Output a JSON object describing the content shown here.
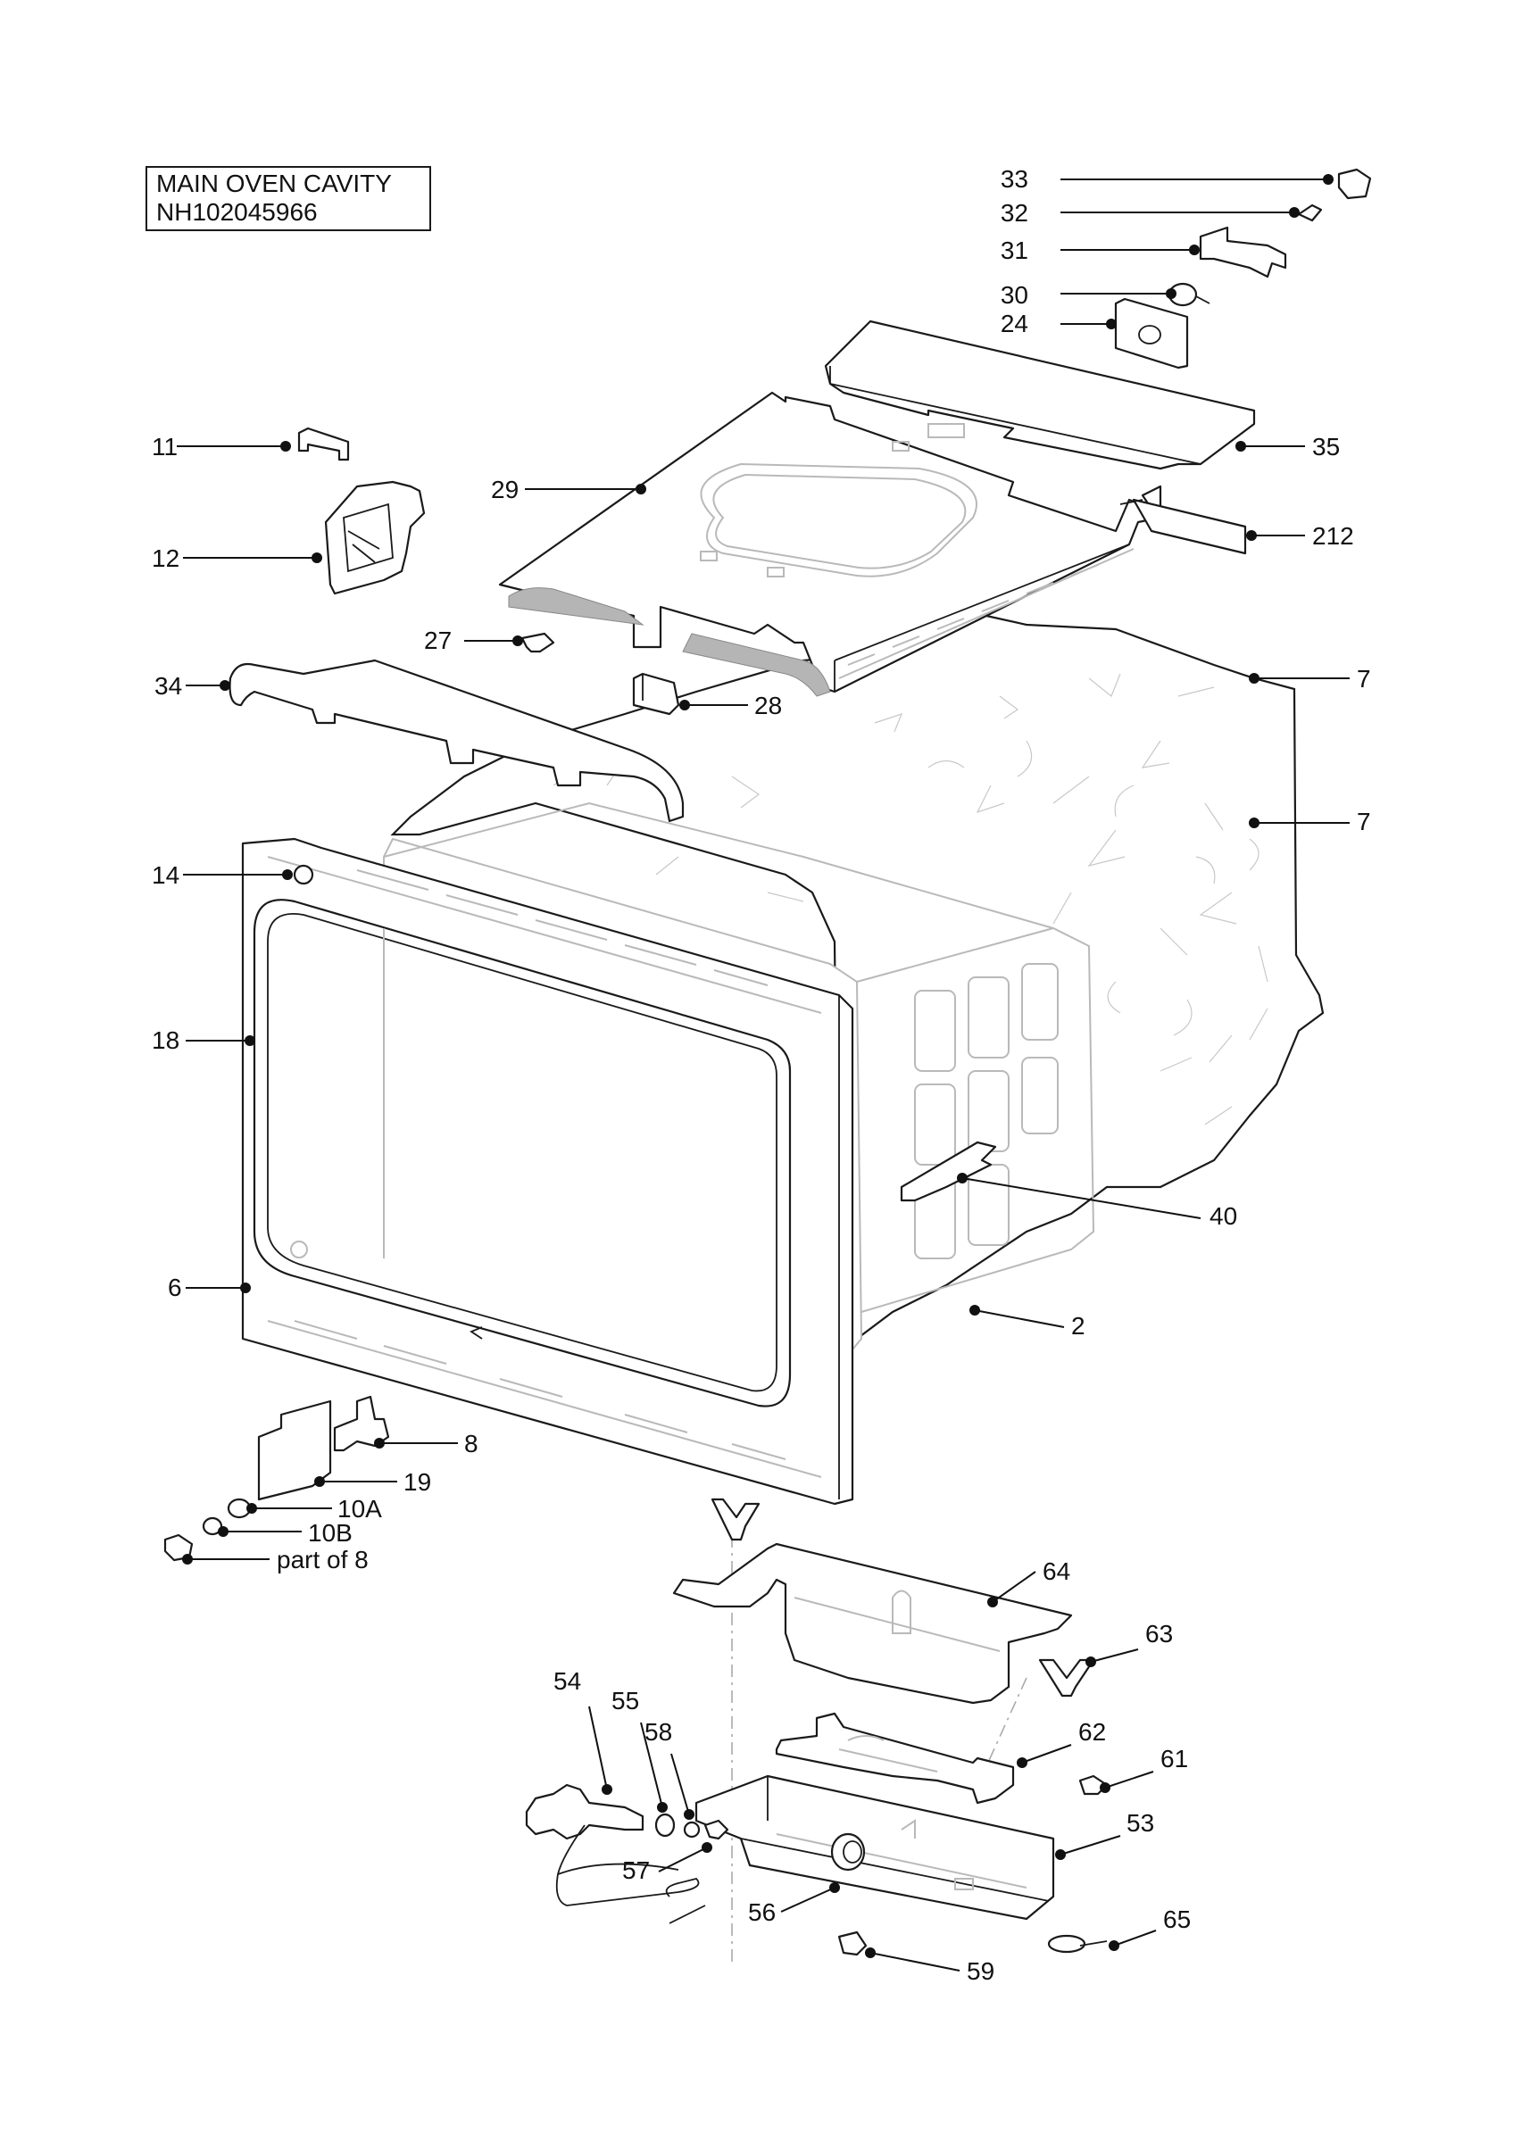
{
  "title": {
    "line1": "MAIN OVEN CAVITY",
    "line2": "NH102045966"
  },
  "callouts": [
    {
      "id": "33",
      "label": "33"
    },
    {
      "id": "32",
      "label": "32"
    },
    {
      "id": "31",
      "label": "31"
    },
    {
      "id": "30",
      "label": "30"
    },
    {
      "id": "24",
      "label": "24"
    },
    {
      "id": "35",
      "label": "35"
    },
    {
      "id": "212",
      "label": "212"
    },
    {
      "id": "11",
      "label": "11"
    },
    {
      "id": "29",
      "label": "29"
    },
    {
      "id": "12",
      "label": "12"
    },
    {
      "id": "27",
      "label": "27"
    },
    {
      "id": "7a",
      "label": "7"
    },
    {
      "id": "34",
      "label": "34"
    },
    {
      "id": "28",
      "label": "28"
    },
    {
      "id": "7b",
      "label": "7"
    },
    {
      "id": "14",
      "label": "14"
    },
    {
      "id": "18",
      "label": "18"
    },
    {
      "id": "40",
      "label": "40"
    },
    {
      "id": "6",
      "label": "6"
    },
    {
      "id": "2",
      "label": "2"
    },
    {
      "id": "8",
      "label": "8"
    },
    {
      "id": "19",
      "label": "19"
    },
    {
      "id": "10A",
      "label": "10A"
    },
    {
      "id": "10B",
      "label": "10B"
    },
    {
      "id": "part8",
      "label": "part of 8"
    },
    {
      "id": "64",
      "label": "64"
    },
    {
      "id": "63",
      "label": "63"
    },
    {
      "id": "54",
      "label": "54"
    },
    {
      "id": "55",
      "label": "55"
    },
    {
      "id": "58",
      "label": "58"
    },
    {
      "id": "62",
      "label": "62"
    },
    {
      "id": "61",
      "label": "61"
    },
    {
      "id": "53",
      "label": "53"
    },
    {
      "id": "57",
      "label": "57"
    },
    {
      "id": "56",
      "label": "56"
    },
    {
      "id": "65",
      "label": "65"
    },
    {
      "id": "59",
      "label": "59"
    }
  ]
}
